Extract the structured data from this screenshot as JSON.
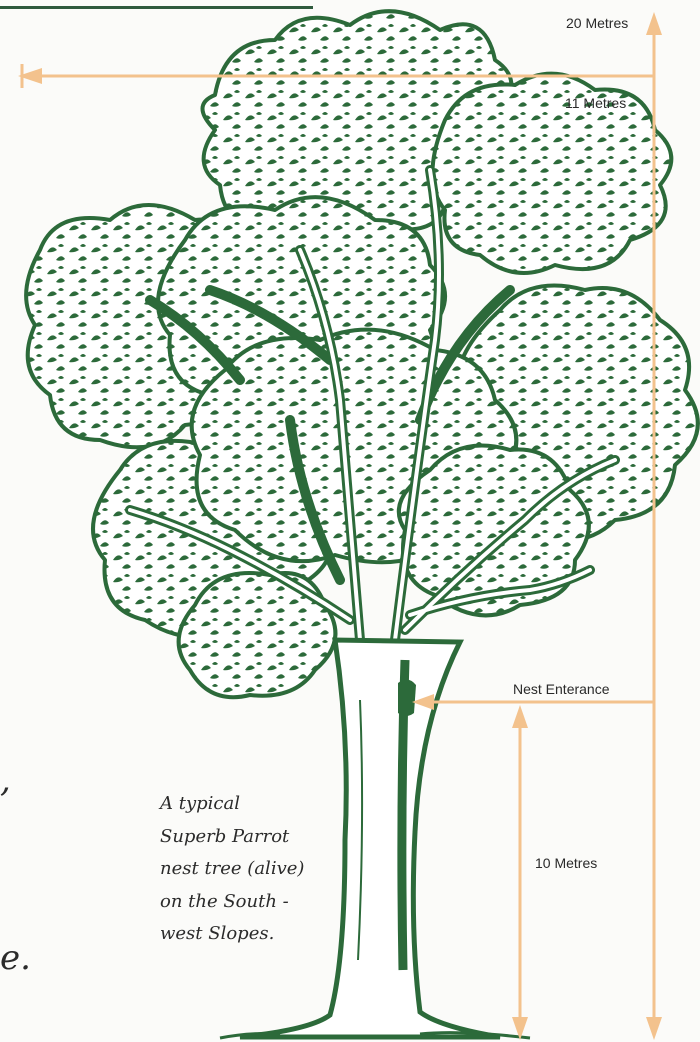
{
  "labels": {
    "top_height": "20 Metres",
    "crown_width": "11 Metres",
    "nest": "Nest Enterance",
    "nest_height": "10 Metres"
  },
  "caption": {
    "lines": [
      "A typical",
      "Superb Parrot",
      "nest tree (alive)",
      "on the South -",
      "west Slopes."
    ]
  },
  "edge_glyphs": {
    "mid": ",",
    "bottom": "e."
  },
  "colors": {
    "tree_fill": "#2c6a3a",
    "arrow": "#f3c28d",
    "top_rule": "#2f5a3d"
  }
}
